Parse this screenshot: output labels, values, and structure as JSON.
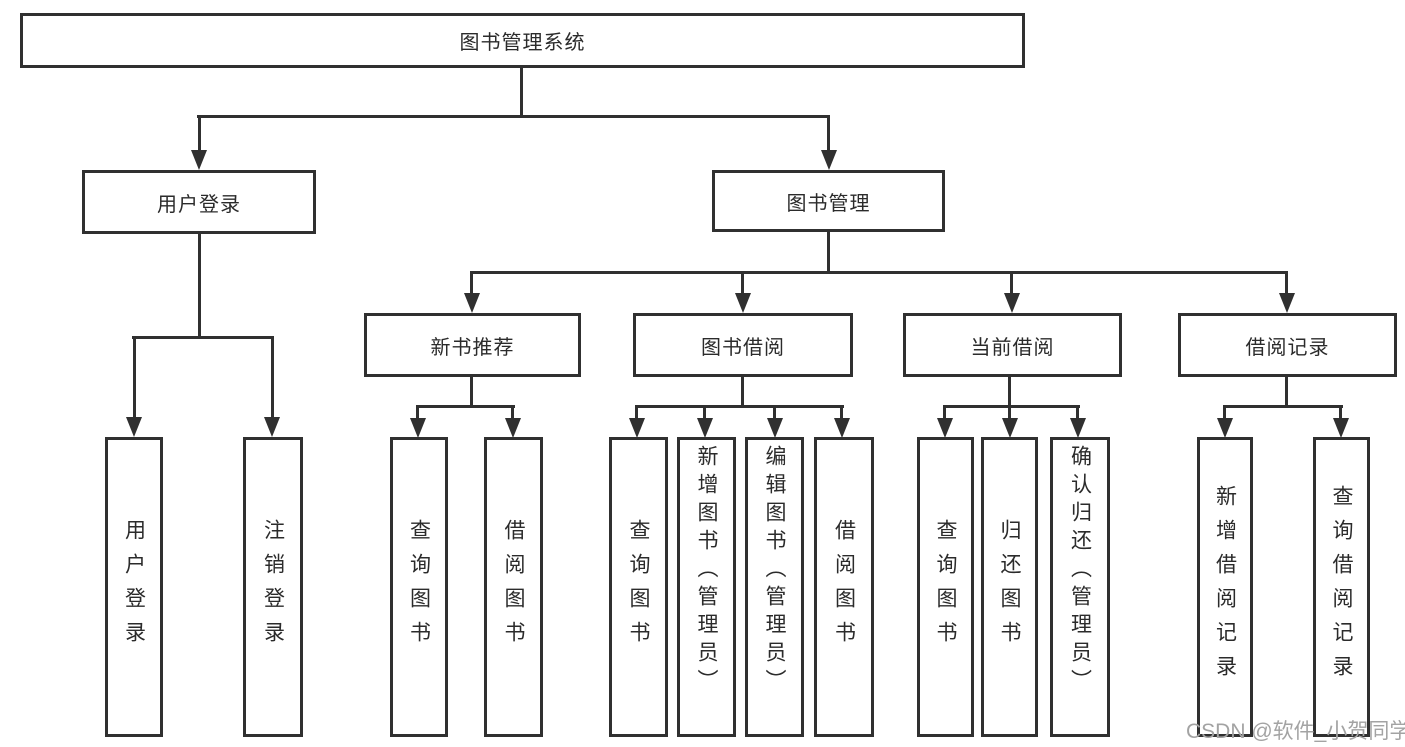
{
  "nodes": {
    "root": "图书管理系统",
    "level2": [
      "用户登录",
      "图书管理"
    ],
    "level3": [
      "新书推荐",
      "图书借阅",
      "当前借阅",
      "借阅记录"
    ],
    "leaves_login": [
      "用户登录",
      "注销登录"
    ],
    "leaves_newbook": [
      "查询图书",
      "借阅图书"
    ],
    "leaves_borrow": [
      "查询图书",
      "新增图书（管理员）",
      "编辑图书（管理员）",
      "借阅图书"
    ],
    "leaves_current": [
      "查询图书",
      "归还图书",
      "确认归还（管理员）"
    ],
    "leaves_record": [
      "新增借阅记录",
      "查询借阅记录"
    ]
  },
  "watermark": "CSDN @软件_小贺同学",
  "colors": {
    "line": "#303030",
    "text": "#2b2b2b",
    "watermark": "#a3a3a3",
    "background": "#ffffff"
  }
}
